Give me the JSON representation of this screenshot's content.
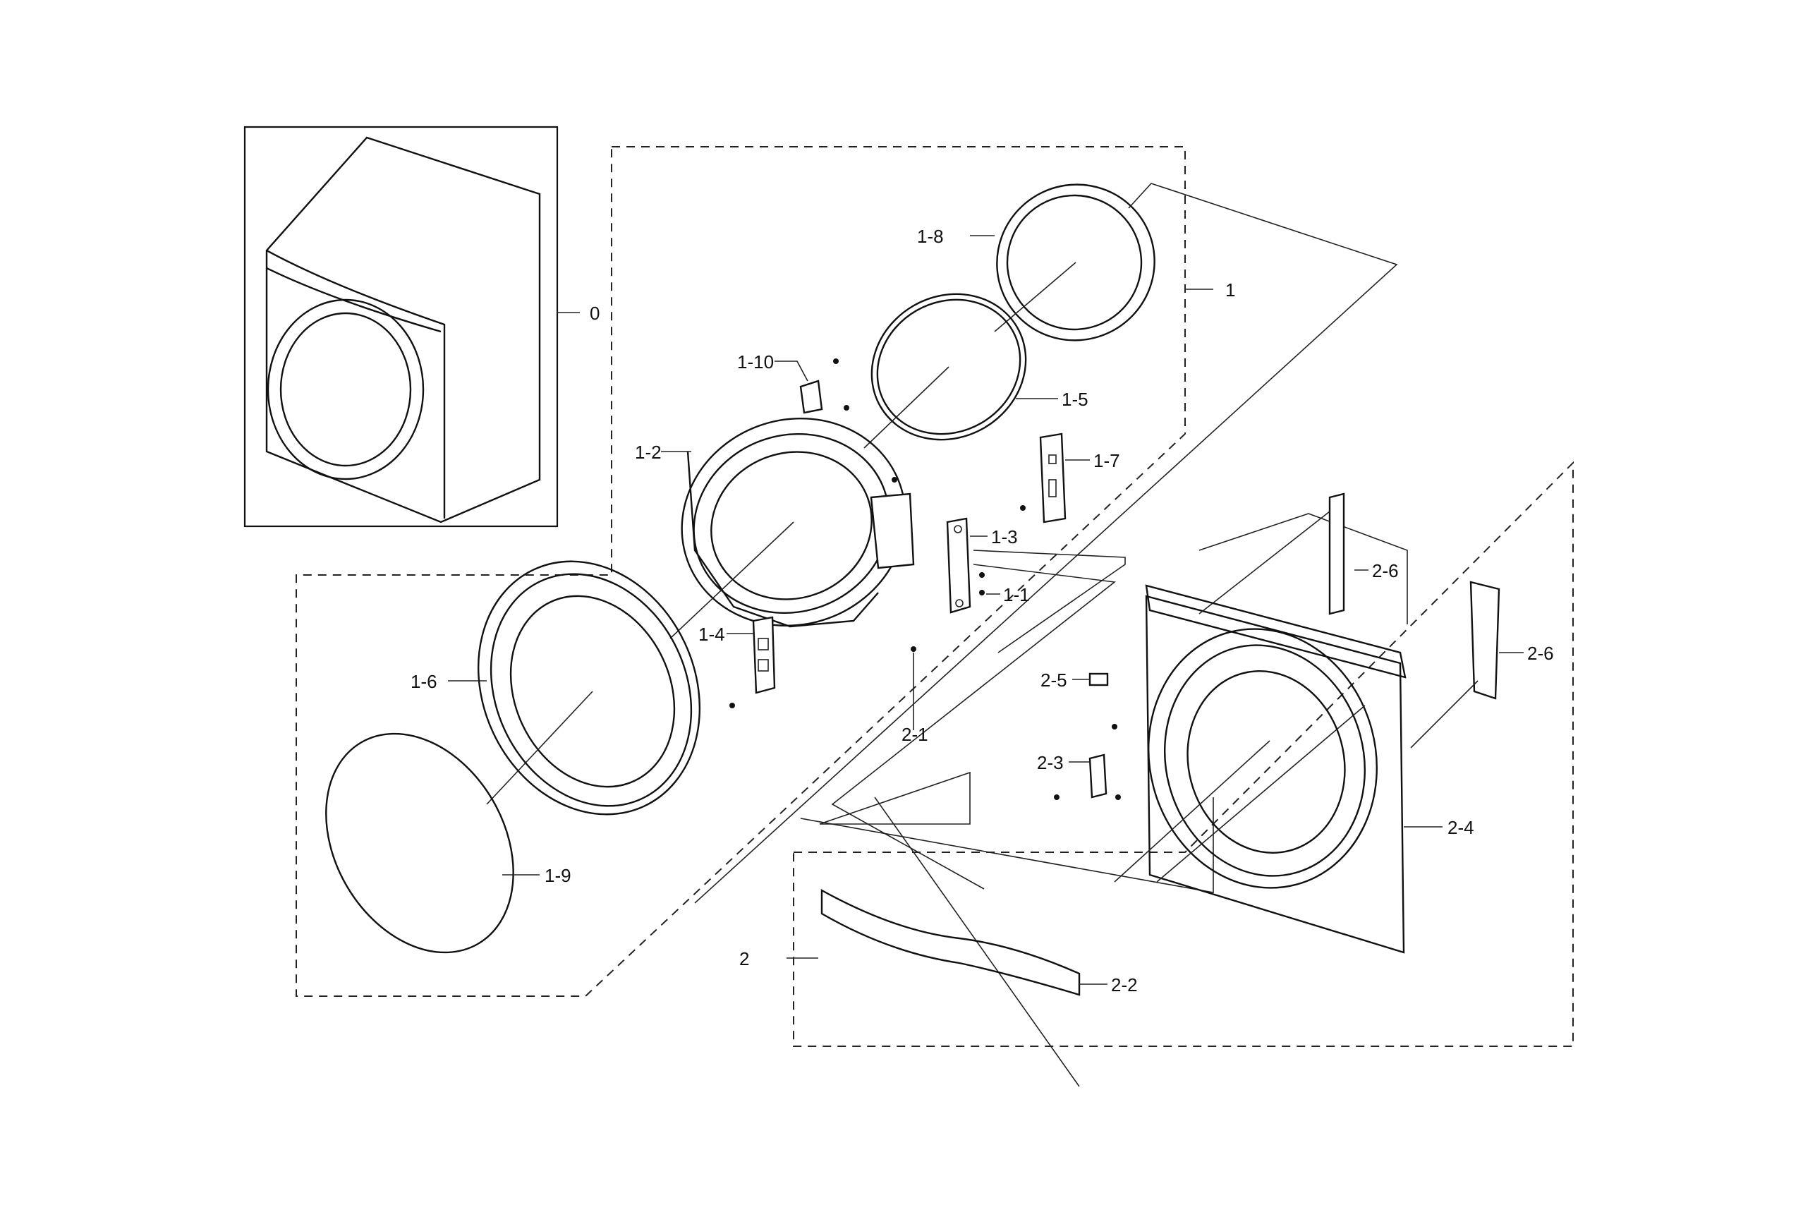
{
  "labels": {
    "l0": "0",
    "l1": "1",
    "l1_1": "1-1",
    "l1_2": "1-2",
    "l1_3": "1-3",
    "l1_4": "1-4",
    "l1_5": "1-5",
    "l1_6": "1-6",
    "l1_7": "1-7",
    "l1_8": "1-8",
    "l1_9": "1-9",
    "l1_10": "1-10",
    "l2": "2",
    "l2_1": "2-1",
    "l2_2": "2-2",
    "l2_3": "2-3",
    "l2_4": "2-4",
    "l2_5": "2-5",
    "l2_6a": "2-6",
    "l2_6b": "2-6"
  }
}
